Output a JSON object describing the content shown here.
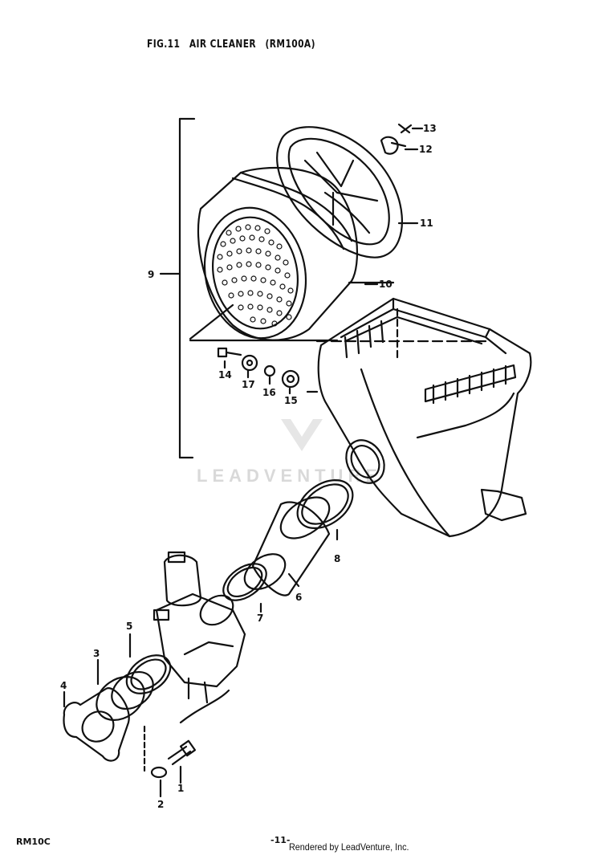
{
  "header": {
    "fig": "FIG.11",
    "title": "AIR CLEANER",
    "model": "(RM100A)"
  },
  "watermark": {
    "text": "LEADVENTURE"
  },
  "callouts": [
    {
      "id": "c13",
      "label": "13"
    },
    {
      "id": "c12",
      "label": "12"
    },
    {
      "id": "c11",
      "label": "11"
    },
    {
      "id": "c10",
      "label": "10"
    },
    {
      "id": "c9",
      "label": "9"
    },
    {
      "id": "c14",
      "label": "14"
    },
    {
      "id": "c17",
      "label": "17"
    },
    {
      "id": "c16",
      "label": "16"
    },
    {
      "id": "c15",
      "label": "15"
    },
    {
      "id": "c8",
      "label": "8"
    },
    {
      "id": "c6",
      "label": "6"
    },
    {
      "id": "c7",
      "label": "7"
    },
    {
      "id": "c5",
      "label": "5"
    },
    {
      "id": "c3",
      "label": "3"
    },
    {
      "id": "c4",
      "label": "4"
    },
    {
      "id": "c2",
      "label": "2"
    },
    {
      "id": "c1",
      "label": "1"
    }
  ],
  "footer": {
    "model_code": "RM10C",
    "page": "-11-",
    "rendered_by": "Rendered by LeadVenture, Inc."
  }
}
